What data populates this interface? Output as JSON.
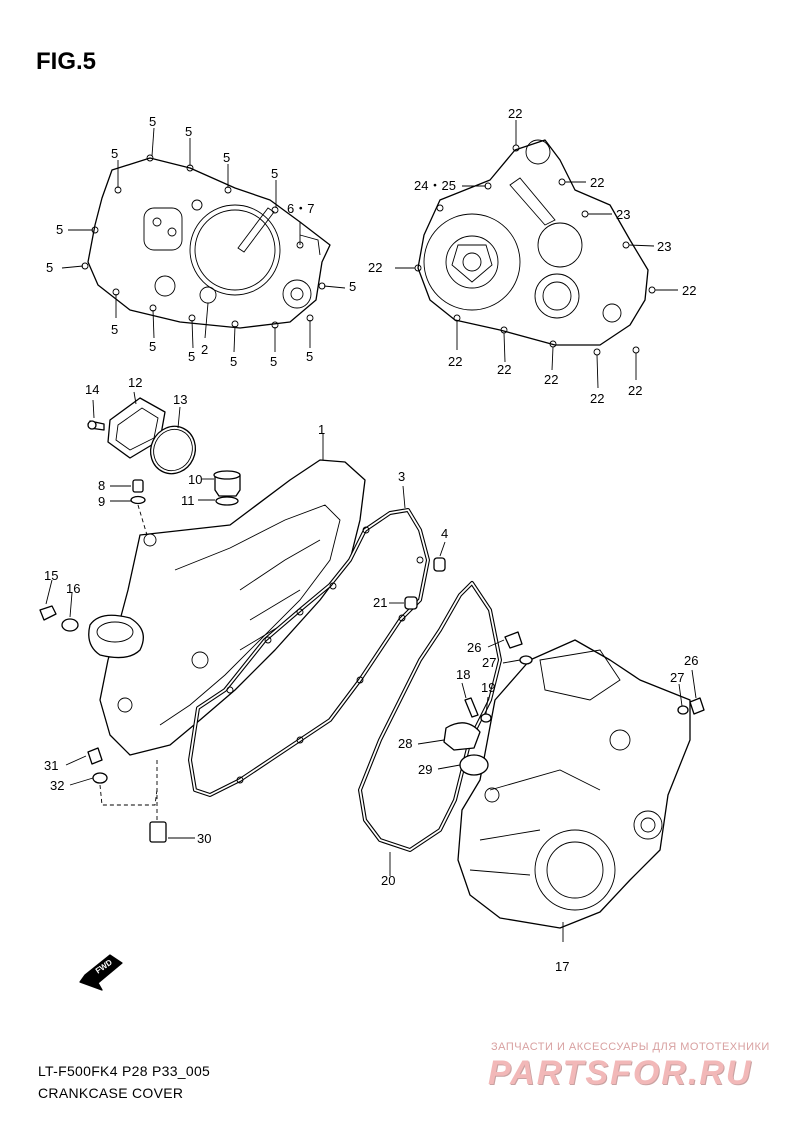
{
  "figure_title": "FIG.5",
  "diagram_code": "LT-F500FK4 P28 P33_005",
  "caption": "CRANKCASE COVER",
  "fwd_label": "FWD",
  "watermark": {
    "tagline": "ЗАПЧАСТИ И АКСЕССУАРЫ ДЛЯ МОТОТЕХНИКИ",
    "logo": "PARTSFOR.RU"
  },
  "callouts": {
    "c1": "1",
    "c2": "2",
    "c3": "3",
    "c4": "4",
    "c5": "5",
    "c6_7": "6・7",
    "c8": "8",
    "c9": "9",
    "c10": "10",
    "c11": "11",
    "c12": "12",
    "c13": "13",
    "c14": "14",
    "c15": "15",
    "c16": "16",
    "c17": "17",
    "c18": "18",
    "c19": "19",
    "c20": "20",
    "c21": "21",
    "c22": "22",
    "c23": "23",
    "c24_25": "24・25",
    "c26": "26",
    "c27": "27",
    "c28": "28",
    "c29": "29",
    "c30": "30",
    "c31": "31",
    "c32": "32"
  }
}
